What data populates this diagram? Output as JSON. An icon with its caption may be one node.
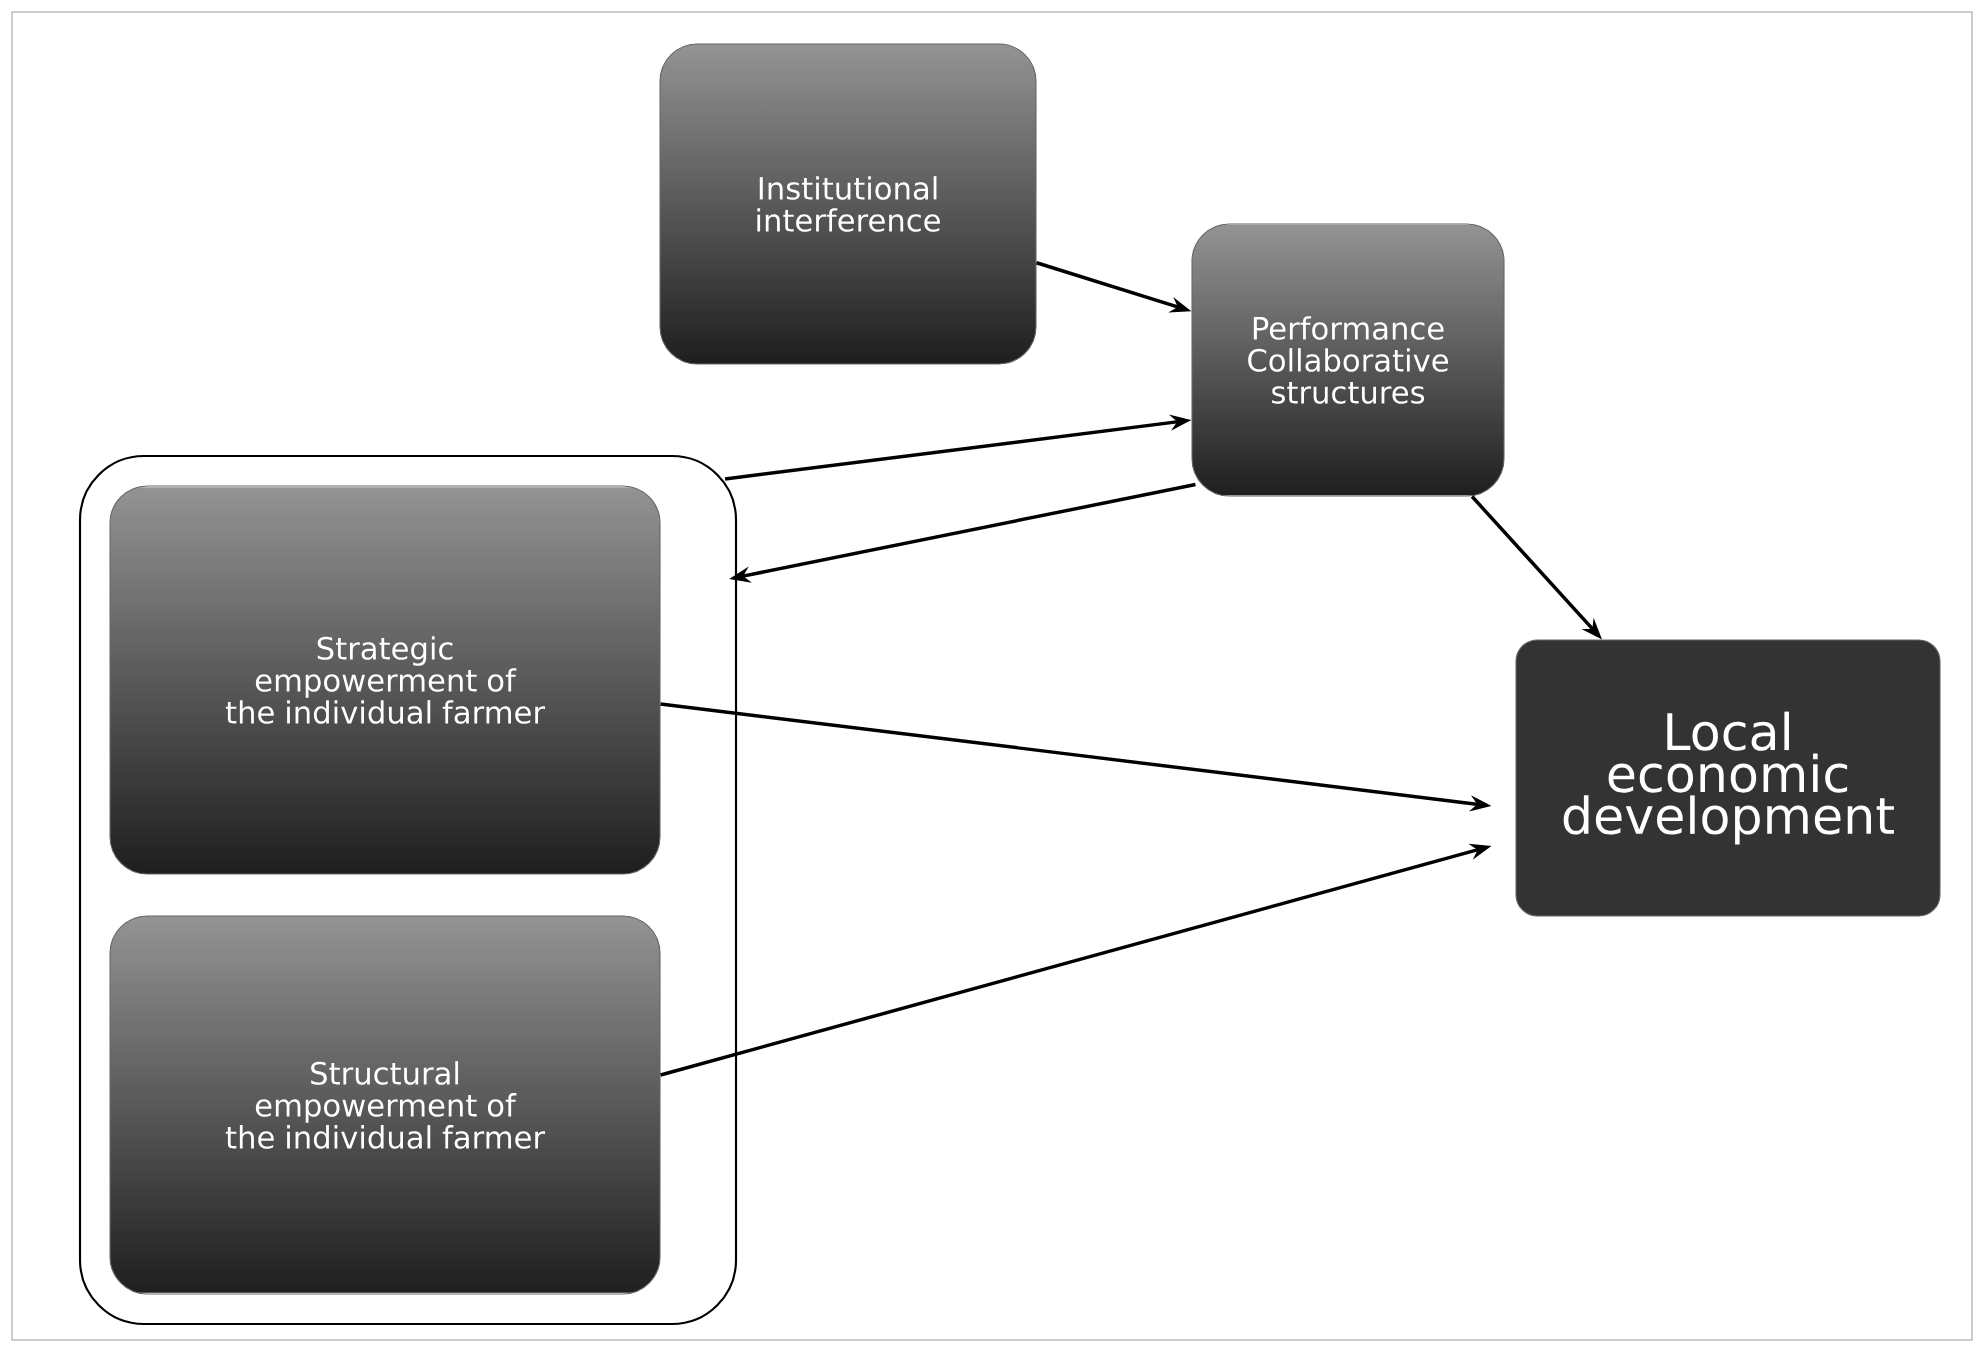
{
  "diagram": {
    "nodes": [
      {
        "text": [
          "Institutional interference"
        ]
      },
      {
        "text": [
          "Performance Collaborative structures"
        ]
      },
      {
        "text": [],
        "shape": "box"
      },
      {
        "text": [
          "Strategic empowerment of the individual farmer"
        ],
        "in": 2
      },
      {
        "text": [
          "Structural empowerment of the individual farmer"
        ],
        "in": 2
      },
      {
        "text": [
          "Local economic development"
        ]
      }
    ],
    "edges": [
      {
        "from": 0,
        "to": 1,
        "arrow": "to"
      },
      {
        "from": 2,
        "to": 1,
        "arrow": "to"
      },
      {
        "from": 1,
        "to": 2,
        "arrow": "to"
      },
      {
        "from": 1,
        "to": 5,
        "arrow": "to"
      },
      {
        "from": 3,
        "to": 5,
        "arrow": "to"
      },
      {
        "from": 4,
        "to": 5,
        "arrow": "to"
      }
    ]
  }
}
